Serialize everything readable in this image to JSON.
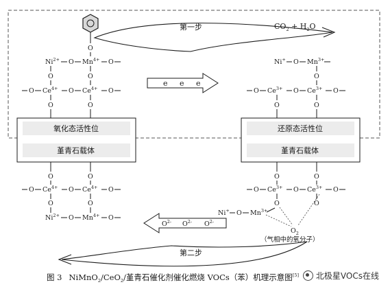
{
  "steps": {
    "step1": "第一步",
    "step2": "第二步"
  },
  "products": {
    "co2": "CO",
    "co2_sub": "2",
    "plus": " + ",
    "h2o_a": "H",
    "h2o_sub": "2",
    "h2o_b": "O"
  },
  "electrons": [
    "e",
    "e",
    "e"
  ],
  "oxygen_ions": [
    {
      "base": "O",
      "charge": "2-"
    },
    {
      "base": "O",
      "charge": "2-"
    },
    {
      "base": "O",
      "charge": "2-"
    }
  ],
  "boxes": {
    "left_top": "氧化态活性位",
    "left_bottom": "堇青石载体",
    "right_top": "还原态活性位",
    "right_bottom": "堇青石载体"
  },
  "atoms": {
    "O": "O",
    "Ni": "Ni",
    "Mn": "Mn",
    "Ce": "Ce",
    "ni2": "2+",
    "mn4": "4+",
    "mn3": "3+",
    "ce4": "4+",
    "ce3": "3+",
    "ni1": "+",
    "o2_base": "O",
    "o2_sub": "2"
  },
  "gas_note": "（气相中的氧分子）",
  "caption": {
    "fig": "图 3",
    "f1": "NiMnO",
    "s1": "2",
    "f2": "/CeO",
    "s2": "2",
    "f3": "/堇青石催化剂催化燃烧 VOCs（苯）机理示意图",
    "ref": "[5]"
  },
  "watermark": "北极星VOCs在线",
  "icon_names": [
    "benzene-ring-icon",
    "wechat-bubble-icon"
  ],
  "colors": {
    "line": "#1a1a1a",
    "box_fill": "#ececec",
    "dashed": "#555555"
  }
}
